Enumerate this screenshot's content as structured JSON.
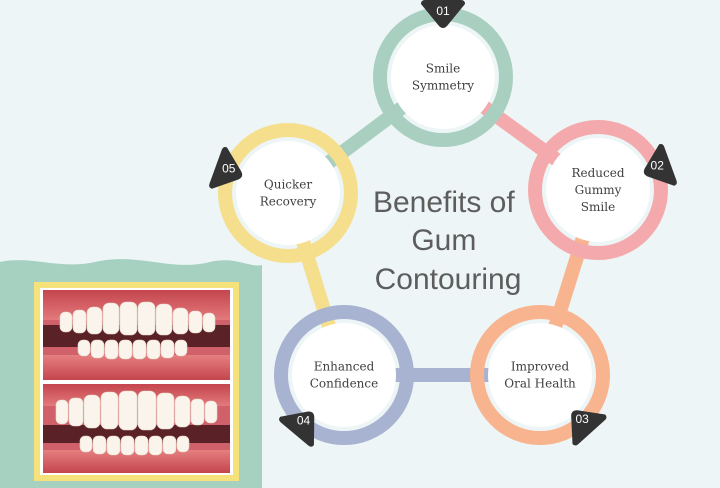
{
  "title_lines": [
    "Benefits of",
    "Gum",
    "Contouring"
  ],
  "colors": {
    "background": "#edf5f6",
    "segment_green": "#a9cfc0",
    "segment_pink": "#f4aaad",
    "segment_orange": "#f7b48e",
    "segment_blue": "#a7b3d0",
    "segment_yellow": "#f5de8c",
    "badge": "#333333",
    "circle": "#ffffff",
    "photo_frame": "#f6e27a",
    "photo_backdrop": "#a6d1c0"
  },
  "benefits": [
    {
      "number": "01",
      "lines": [
        "Smile",
        "Symmetry"
      ],
      "color": "#a9cfc0"
    },
    {
      "number": "02",
      "lines": [
        "Reduced",
        "Gummy",
        "Smile"
      ],
      "color": "#f4aaad"
    },
    {
      "number": "03",
      "lines": [
        "Improved",
        "Oral Health"
      ],
      "color": "#f7b48e"
    },
    {
      "number": "04",
      "lines": [
        "Enhanced",
        "Confidence"
      ],
      "color": "#a7b3d0"
    },
    {
      "number": "05",
      "lines": [
        "Quicker",
        "Recovery"
      ],
      "color": "#f5de8c"
    }
  ],
  "photo": {
    "icons": [
      "before-smile-photo",
      "after-smile-photo"
    ]
  }
}
